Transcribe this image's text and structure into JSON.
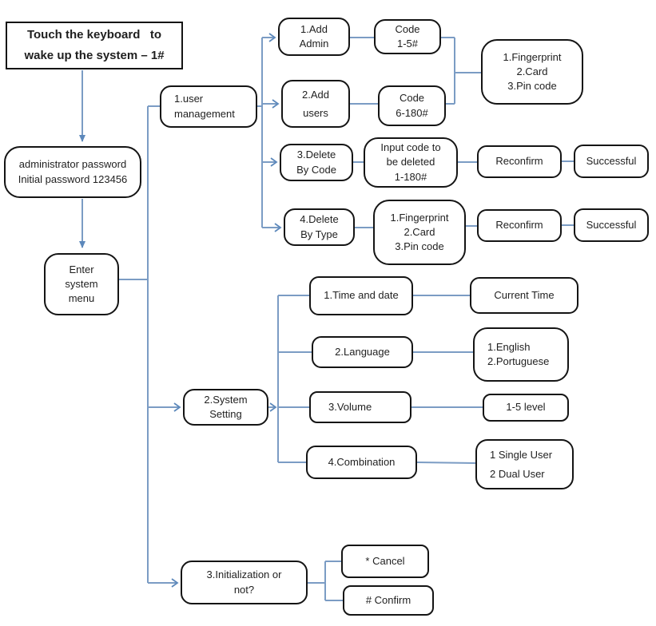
{
  "title": "Keyboard lock system menu flowchart",
  "colors": {
    "line": "#7b9cc4",
    "arrow": "#5c88bb",
    "border": "#141414",
    "text": "#1f1f1f",
    "background": "#ffffff"
  },
  "nodes": {
    "touch_keyboard": {
      "label": "Touch the keyboard   to\nwake up the system – 1#"
    },
    "admin_password": {
      "label": "administrator password\nInitial password 123456"
    },
    "enter_menu": {
      "label": "Enter\nsystem\nmenu"
    },
    "user_mgmt": {
      "label": "1.user\nmanagement"
    },
    "add_admin": {
      "label": "1.Add\nAdmin"
    },
    "code_1_5": {
      "label": "Code\n1-5#"
    },
    "add_users": {
      "label": "2.Add\nusers"
    },
    "code_6_180": {
      "label": "Code\n6-180#"
    },
    "fingerprint_top": {
      "label": "1.Fingerprint\n2.Card\n3.Pin code"
    },
    "delete_by_code": {
      "label": "3.Delete\nBy Code"
    },
    "input_code": {
      "label": "Input code to\nbe deleted\n1-180#"
    },
    "reconfirm_1": {
      "label": "Reconfirm"
    },
    "successful_1": {
      "label": "Successful"
    },
    "delete_by_type": {
      "label": "4.Delete\nBy Type"
    },
    "fingerprint_row4": {
      "label": "1.Fingerprint\n2.Card\n3.Pin code"
    },
    "system_setting": {
      "label": "2.System\nSetting"
    },
    "time_date": {
      "label": "1.Time and date"
    },
    "language": {
      "label": "2.Language"
    },
    "volume": {
      "label": "3.Volume"
    },
    "combination": {
      "label": "4.Combination"
    },
    "current_time": {
      "label": "Current Time"
    },
    "english_portuguese": {
      "label": "1.English\n2.Portuguese"
    },
    "level_1_5": {
      "label": "1-5 level"
    },
    "single_dual": {
      "label": "1 Single User\n2 Dual User"
    },
    "initialization": {
      "label": "3.Initialization or\nnot?"
    },
    "cancel": {
      "label": "* Cancel"
    },
    "confirm": {
      "label": "# Confirm"
    }
  }
}
